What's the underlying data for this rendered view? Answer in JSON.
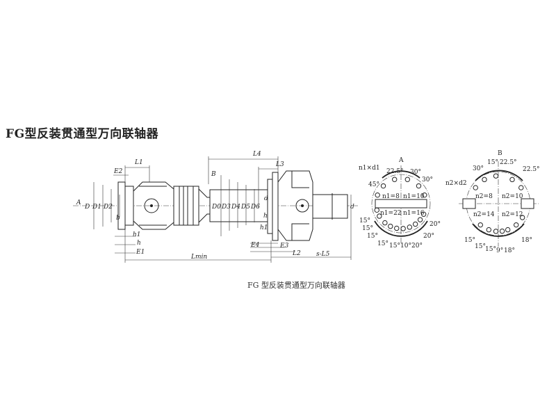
{
  "title": "FG型反装贯通型万向联轴器",
  "caption": "FG 型反装贯通型万向联轴器",
  "main_view": {
    "labels": [
      "A",
      "D",
      "D1",
      "D2",
      "b",
      "E2",
      "L1",
      "h1",
      "h",
      "E1",
      "Lmin",
      "L4",
      "L3",
      "B",
      "D0",
      "D3",
      "D4",
      "D5",
      "D6",
      "d",
      "h",
      "h1",
      "E4",
      "E3",
      "L2",
      "s-L5",
      "d"
    ]
  },
  "view_a": {
    "labels": [
      "A",
      "n1×d1",
      "22.5°",
      "30°",
      "30°",
      "45°",
      "n1=8",
      "n1=10",
      "n1=22",
      "n1=16",
      "15°",
      "15°",
      "15°",
      "15°",
      "15°",
      "10°",
      "20°",
      "20°",
      "20°"
    ]
  },
  "view_b": {
    "labels": [
      "B",
      "n2×d2",
      "30°",
      "15°",
      "22.5°",
      "22.5°",
      "n2=8",
      "n2=10",
      "n2=14",
      "n2=12",
      "15°",
      "15°",
      "15°",
      "9°",
      "18°",
      "18°"
    ]
  }
}
